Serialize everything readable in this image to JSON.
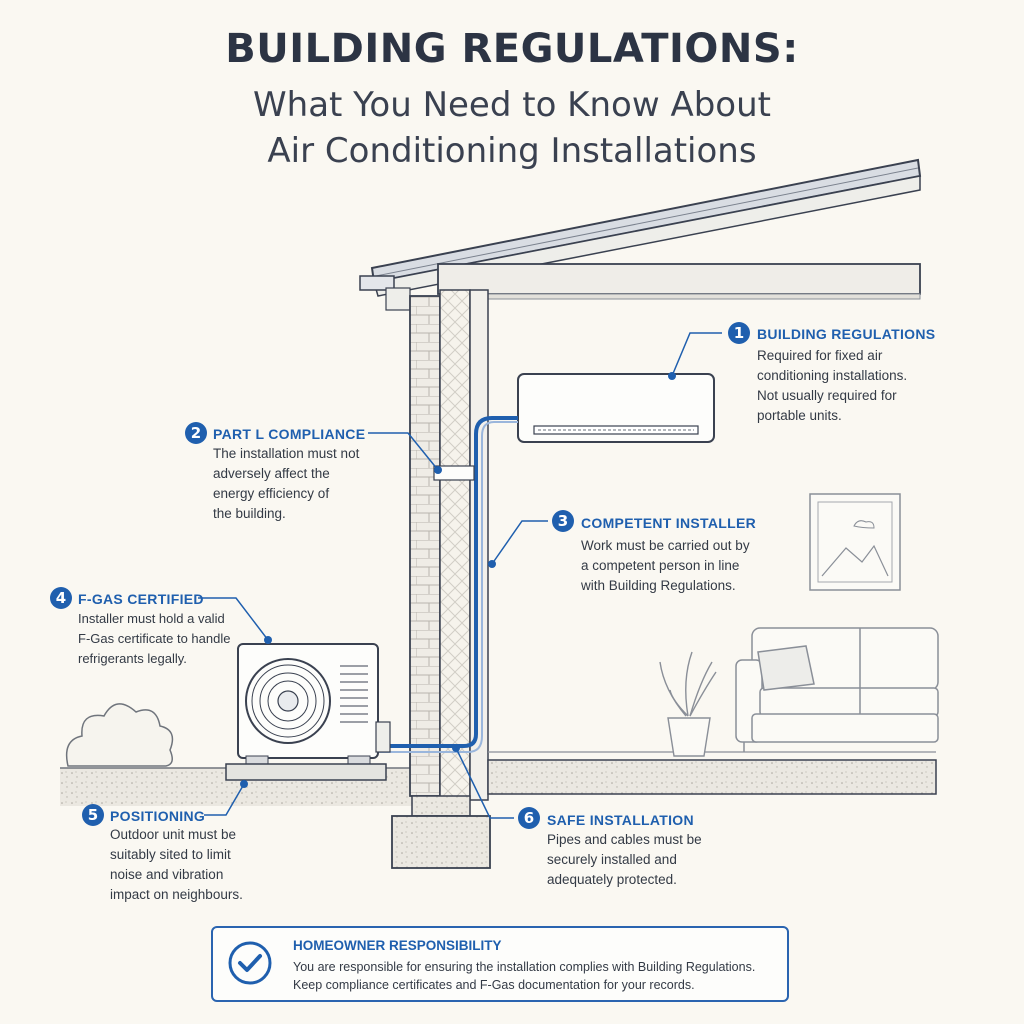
{
  "title": {
    "line1": "BUILDING REGULATIONS:",
    "line2": "What You Need to Know About",
    "line3": "Air Conditioning Installations"
  },
  "callouts": [
    {
      "number": "1",
      "title": "BUILDING REGULATIONS",
      "lines": [
        "Required for fixed air",
        "conditioning installations.",
        "Not usually required for",
        "portable units."
      ]
    },
    {
      "number": "2",
      "title": "PART L COMPLIANCE",
      "lines": [
        "The installation must not",
        "adversely affect the",
        "energy efficiency of",
        "the building."
      ]
    },
    {
      "number": "3",
      "title": "COMPETENT INSTALLER",
      "lines": [
        "Work must be carried out by",
        "a competent person in line",
        "with Building Regulations."
      ]
    },
    {
      "number": "4",
      "title": "F-GAS CERTIFIED",
      "lines": [
        "Installer must hold a valid",
        "F-Gas certificate to handle",
        "refrigerants legally."
      ]
    },
    {
      "number": "5",
      "title": "POSITIONING",
      "lines": [
        "Outdoor unit must be",
        "suitably sited to limit",
        "noise and vibration",
        "impact on neighbours."
      ]
    },
    {
      "number": "6",
      "title": "SAFE INSTALLATION",
      "lines": [
        "Pipes and cables must be",
        "securely installed and",
        "adequately protected."
      ]
    }
  ],
  "responsibility": {
    "title": "HOMEOWNER RESPONSIBILITY",
    "line1": "You are responsible for ensuring the installation complies with Building Regulations.",
    "line2": "Keep compliance certificates and F-Gas documentation for your records."
  },
  "colors": {
    "accent": "#1f5fae",
    "ink": "#3a4150",
    "background": "#faf8f2"
  },
  "icons": [
    "check-icon",
    "fan-icon",
    "plant-icon",
    "mountain-picture-icon"
  ]
}
